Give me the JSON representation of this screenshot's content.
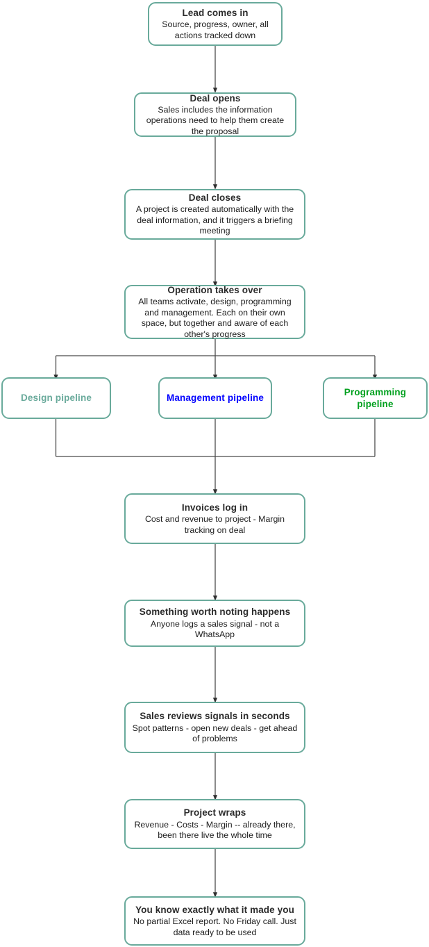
{
  "theme": {
    "node_border": "#69aa9b",
    "node_fill": "#ffffff",
    "edge_color": "#3a3a3a",
    "title_color": "#2b2b2b",
    "desc_color": "#1d1d1d",
    "design_color": "#69aa9b",
    "management_color": "#0000ff",
    "programming_color": "#00a01e"
  },
  "nodes": {
    "lead": {
      "title": "Lead comes in",
      "desc": "Source, progress, owner, all actions tracked down"
    },
    "deal_opens": {
      "title": "Deal opens",
      "desc": "Sales includes the information operations need to help them create the proposal"
    },
    "deal_closes": {
      "title": "Deal closes",
      "desc": "A project is created automatically with the deal information, and it triggers a briefing meeting"
    },
    "operation": {
      "title": "Operation takes over",
      "desc": "All teams activate, design, programming and management. Each on their own space, but together and aware of each other's progress"
    },
    "design_pipeline": {
      "title": "Design pipeline"
    },
    "management_pipeline": {
      "title": "Management pipeline"
    },
    "programming_pipeline": {
      "title": "Programming pipeline"
    },
    "invoices": {
      "title": "Invoices log in",
      "desc": "Cost and revenue to project - Margin tracking on deal"
    },
    "signal": {
      "title": "Something worth noting happens",
      "desc": "Anyone logs a sales signal - not a WhatsApp"
    },
    "review": {
      "title": "Sales reviews signals in seconds",
      "desc": "Spot patterns - open new deals - get ahead of problems"
    },
    "wrap": {
      "title": "Project wraps",
      "desc": "Revenue - Costs - Margin -- already there, been there live the whole time"
    },
    "outcome": {
      "title": "You know exactly what it made you",
      "desc": "No partial Excel report. No Friday call. Just data ready to be used"
    }
  }
}
